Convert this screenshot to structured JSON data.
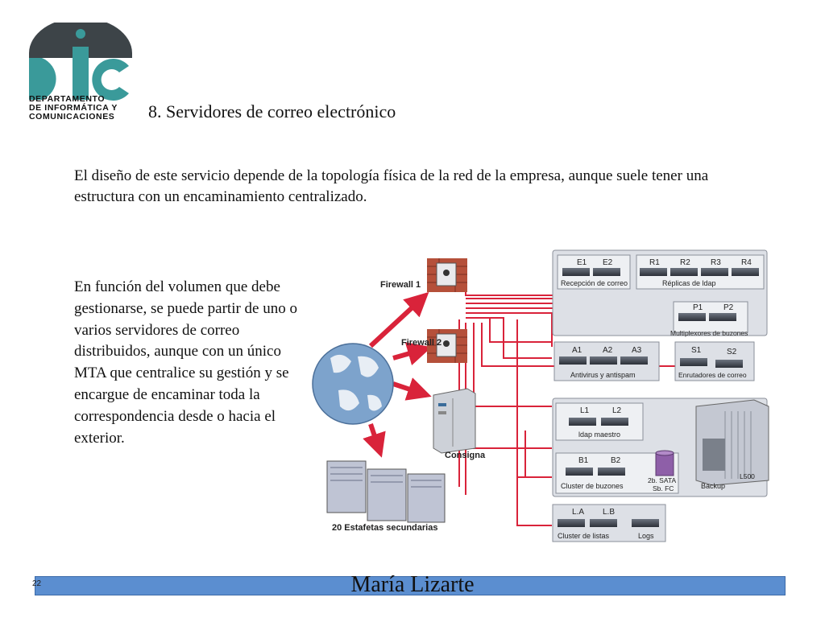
{
  "logo": {
    "line1": "DEPARTAMENTO",
    "line2": "DE INFORMÁTICA Y",
    "line3": "COMUNICACIONES",
    "colors": {
      "dark": "#3d4448",
      "teal": "#3a9a9a"
    }
  },
  "title": "8. Servidores de correo electrónico",
  "intro": "El diseño de este servicio depende de la topología física de la red de la empresa, aunque suele tener una estructura con un encaminamiento centralizado.",
  "side_text": "En función del volumen que debe gestionarse, se puede partir de uno o varios servidores de correo distribuidos, aunque con un único MTA que centralice su gestión y se encargue de encaminar toda la correspondencia desde o hacia el exterior.",
  "diagram": {
    "firewall1": "Firewall 1",
    "firewall2": "Firewall 2",
    "consigna": "Consigna",
    "estafetas": "20 Estafetas secundarias",
    "groups": {
      "recepcion": {
        "nodes": [
          "E1",
          "E2"
        ],
        "label": "Recepción de correo"
      },
      "replicas": {
        "nodes": [
          "R1",
          "R2",
          "R3",
          "R4"
        ],
        "label": "Réplicas de ldap"
      },
      "multiplexores": {
        "nodes": [
          "P1",
          "P2"
        ],
        "label": "Multiplexores de buzones"
      },
      "antivirus": {
        "nodes": [
          "A1",
          "A2",
          "A3"
        ],
        "label": "Antivirus y antispam"
      },
      "enrutadores": {
        "nodes": [
          "S1",
          "S2"
        ],
        "label": "Enrutadores de correo"
      },
      "ldap": {
        "nodes": [
          "L1",
          "L2"
        ],
        "label": "ldap maestro"
      },
      "buzones": {
        "nodes": [
          "B1",
          "B2"
        ],
        "label": "Cluster de buzones"
      },
      "sata": "2b. SATA",
      "sbfc": "Sb. FC",
      "backup": "Backup",
      "l500": "L500",
      "listas": {
        "nodes": [
          "L.A",
          "L.B"
        ],
        "label": "Cluster de listas"
      },
      "logs": "Logs"
    },
    "colors": {
      "arrow": "#d9233a",
      "panel": "#dde0e6",
      "panel_border": "#8a8f99",
      "globe": "#7da3cc"
    }
  },
  "footer": {
    "page": "22",
    "author": "María Lizarte",
    "bar_color": "#5b8ed0"
  }
}
